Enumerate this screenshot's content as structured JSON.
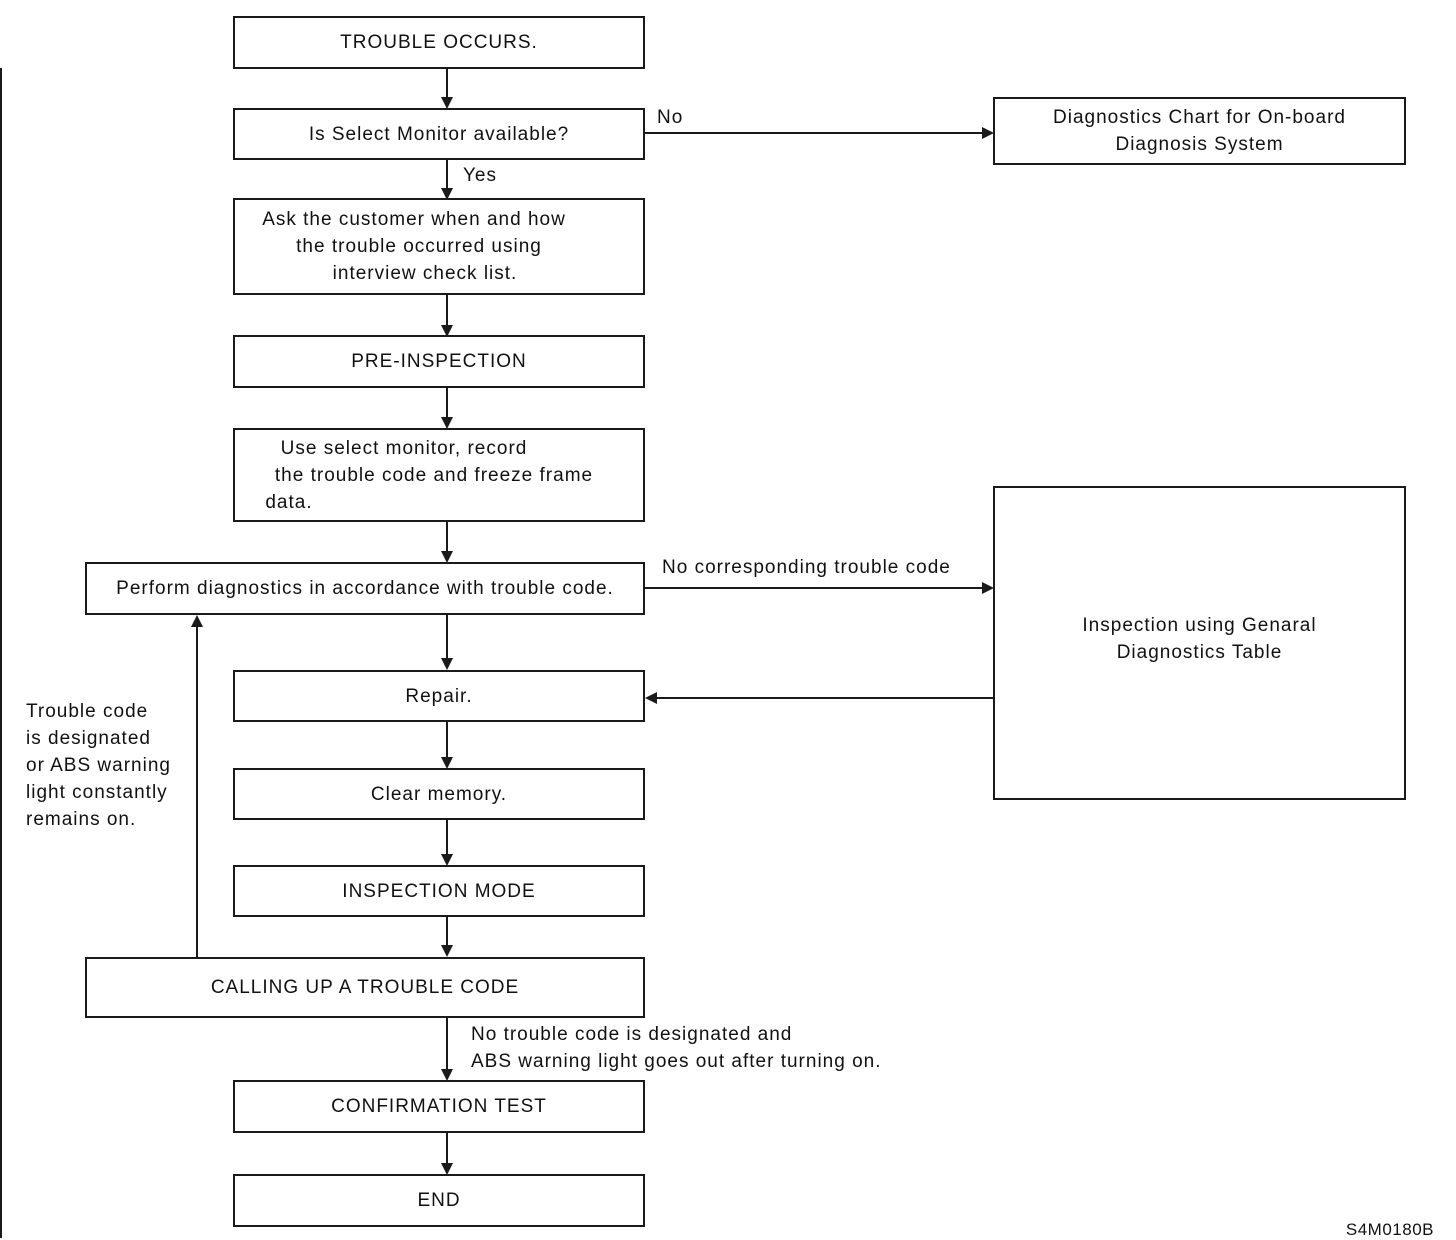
{
  "nodes": {
    "trouble_occurs": "TROUBLE OCCURS.",
    "select_monitor": "Is Select Monitor available?",
    "diag_chart": [
      "Diagnostics Chart for On-board",
      "Diagnosis System"
    ],
    "ask_customer": [
      "Ask the customer when and how",
      "the trouble occurred using",
      "interview check list."
    ],
    "pre_inspection": "PRE-INSPECTION",
    "use_select_monitor": [
      "Use select monitor, record",
      "the trouble code and freeze frame",
      "data."
    ],
    "perform_diagnostics": "Perform diagnostics in accordance with trouble code.",
    "general_inspection": [
      "Inspection using Genaral",
      "Diagnostics Table"
    ],
    "repair": "Repair.",
    "clear_memory": "Clear memory.",
    "inspection_mode": "INSPECTION MODE",
    "calling_up": "CALLING UP A TROUBLE CODE",
    "confirmation_test": "CONFIRMATION TEST",
    "end": "END"
  },
  "edge_labels": {
    "no": "No",
    "yes": "Yes",
    "no_corresponding": "No corresponding trouble code",
    "loop_back": [
      "Trouble code",
      "is designated",
      "or ABS warning",
      "light constantly",
      "remains on."
    ],
    "no_trouble": [
      "No trouble code is designated and",
      "ABS warning light goes out after turning on."
    ]
  },
  "figure_code": "S4M0180B"
}
